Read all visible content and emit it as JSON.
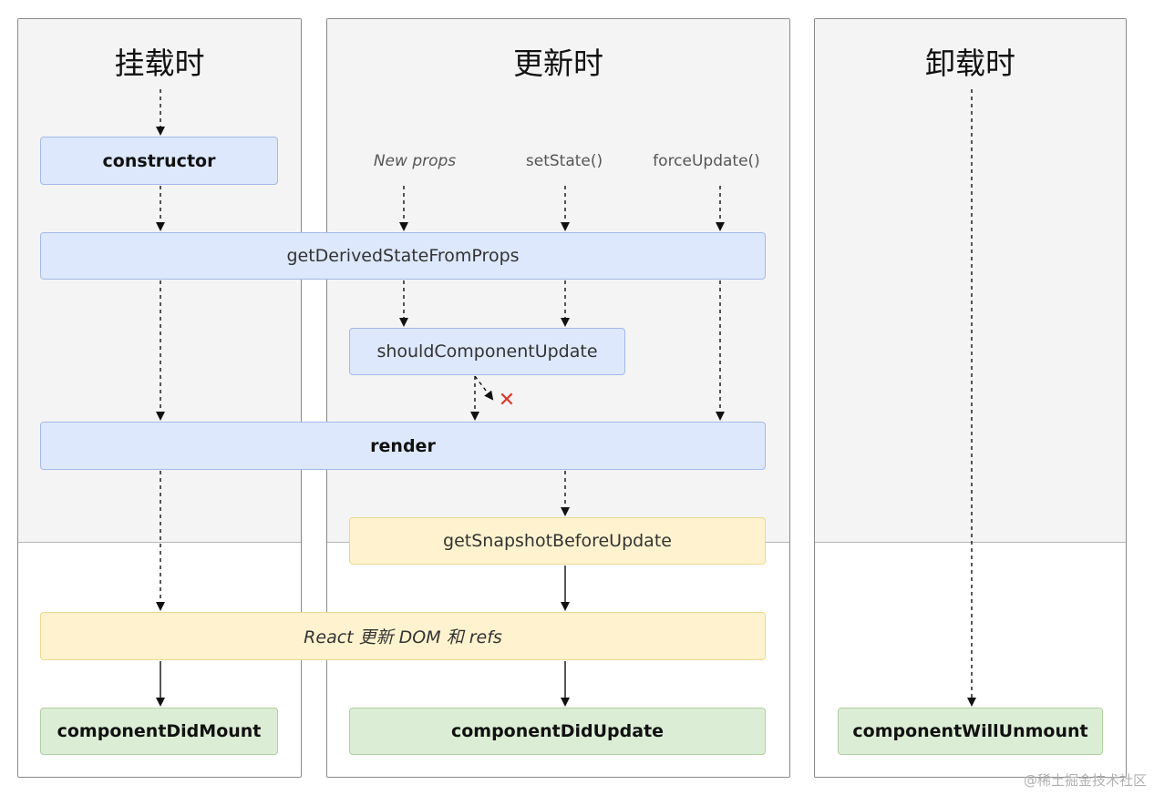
{
  "columns": {
    "mount": {
      "title": "挂载时"
    },
    "update": {
      "title": "更新时"
    },
    "unmount": {
      "title": "卸载时"
    }
  },
  "triggers": {
    "new_props": "New props",
    "set_state": "setState()",
    "force_update": "forceUpdate()"
  },
  "boxes": {
    "constructor": "constructor",
    "get_derived_state": "getDerivedStateFromProps",
    "should_update": "shouldComponentUpdate",
    "render": "render",
    "get_snapshot": "getSnapshotBeforeUpdate",
    "react_updates_dom": "React 更新 DOM 和 refs",
    "did_mount": "componentDidMount",
    "did_update": "componentDidUpdate",
    "will_unmount": "componentWillUnmount"
  },
  "cancel_mark": "✕",
  "watermark": "@稀土掘金技术社区",
  "colors": {
    "render_phase_box": "#dde8fc",
    "pre_commit_box": "#fff3cf",
    "commit_box": "#dbeed5",
    "cancel_mark": "#d9382b"
  }
}
